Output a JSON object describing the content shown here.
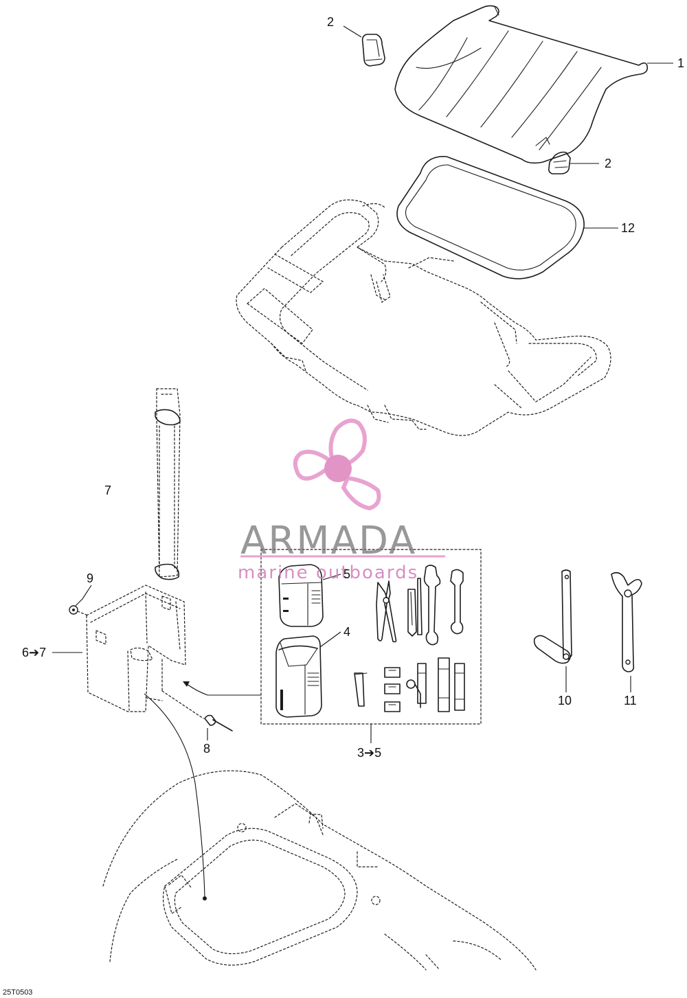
{
  "figure": {
    "drawing_number": "25T0503"
  },
  "callouts": {
    "c1": "1",
    "c2a": "2",
    "c2b": "2",
    "c12": "12",
    "c7": "7",
    "c9": "9",
    "c6_7": "6➔7",
    "c5": "5",
    "c4": "4",
    "c8": "8",
    "c3_5": "3➔5",
    "c10": "10",
    "c11": "11"
  },
  "watermark": {
    "brand": "ARMADA",
    "tagline": "marine outboards",
    "propeller_color": "#e8a3d0",
    "hub_color": "#e294c6",
    "text_color": "#757575",
    "tagline_color": "#d07ab8"
  }
}
